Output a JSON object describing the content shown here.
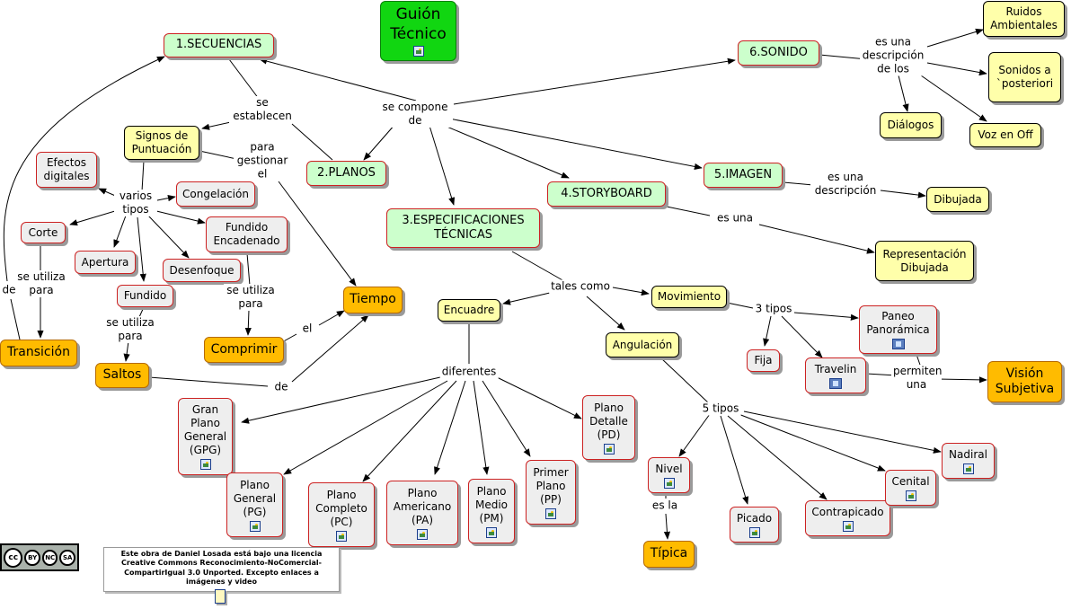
{
  "nodes": {
    "guion": "Guión Técnico",
    "secuencias": "1.SECUENCIAS",
    "planos": "2.PLANOS",
    "especificaciones": "3.ESPECIFICACIONES TÉCNICAS",
    "storyboard": "4.STORYBOARD",
    "imagen": "5.IMAGEN",
    "sonido": "6.SONIDO",
    "signos": "Signos de Puntuación",
    "efectos": "Efectos digitales",
    "congelacion": "Congelación",
    "corte": "Corte",
    "fundido_enc": "Fundido Encadenado",
    "apertura": "Apertura",
    "desenfoque": "Desenfoque",
    "fundido": "Fundido",
    "transicion": "Transición",
    "saltos": "Saltos",
    "comprimir": "Comprimir",
    "tiempo": "Tiempo",
    "encuadre": "Encuadre",
    "movimiento": "Movimiento",
    "angulacion": "Angulación",
    "gpg": "Gran Plano General (GPG)",
    "pg": "Plano General (PG)",
    "pc": "Plano Completo (PC)",
    "pa": "Plano Americano (PA)",
    "pm": "Plano Medio (PM)",
    "pp": "Primer Plano (PP)",
    "pd": "Plano Detalle (PD)",
    "fija": "Fija",
    "paneo": "Paneo Panorámica",
    "travelin": "Travelin",
    "vision": "Visión Subjetiva",
    "nivel": "Nivel",
    "tipica": "Típica",
    "picado": "Picado",
    "contrapicado": "Contrapicado",
    "cenital": "Cenital",
    "nadiral": "Nadiral",
    "dibujada": "Dibujada",
    "representacion": "Representación Dibujada",
    "ruidos": "Ruidos Ambientales",
    "sonidos_post": "Sonidos a `posteriori",
    "dialogos": "Diálogos",
    "voz": "Voz en Off"
  },
  "labels": {
    "se_compone": "se compone de",
    "se_establecen": "se establecen",
    "para_gestionar": "para gestionar el",
    "varios_tipos": "varios tipos",
    "se_utiliza_1": "se utiliza para",
    "se_utiliza_2": "se utiliza para",
    "se_utiliza_3": "se utiliza para",
    "de_left": "de",
    "el": "el",
    "de_bottom": "de",
    "tales_como": "tales como",
    "diferentes": "diferentes",
    "tres_tipos": "3 tipos",
    "permiten": "permiten una",
    "cinco_tipos": "5 tipos",
    "es_la": "es la",
    "es_una_desc_img": "es una descripción",
    "es_una": "es una",
    "es_una_desc_son": "es una descripción de los"
  },
  "license": {
    "badge": [
      "cc",
      "BY",
      "NC",
      "SA"
    ],
    "text": "Este obra de Daniel Losada está bajo una licencia Creative Commons Reconocimiento-NoComercial-CompartirIgual 3.0 Unported. Excepto enlaces a imágenes y video"
  }
}
